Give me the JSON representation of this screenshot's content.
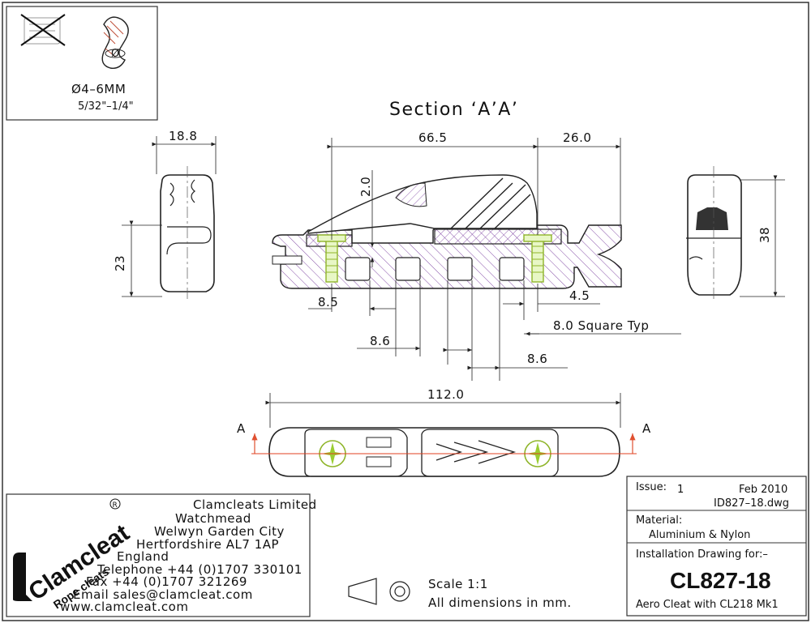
{
  "rope_spec": {
    "diameter_mm": "Ø4–6MM",
    "diameter_in": "5/32\"–1/4\"",
    "symbol_dia": "Ø"
  },
  "section_title": "Section ‘A’A’",
  "dimensions": {
    "d_18_8": "18.8",
    "d_66_5": "66.5",
    "d_26_0": "26.0",
    "d_2_0": "2.0",
    "d_23": "23",
    "d_38": "38",
    "d_8_5": "8.5",
    "d_4_5": "4.5",
    "d_8_6_left": "8.6",
    "d_8_6_right": "8.6",
    "square_note": "8.0 Square Typ",
    "d_112_0": "112.0",
    "section_mark_left": "A",
    "section_mark_right": "A"
  },
  "company": {
    "name": "Clamcleats Limited",
    "line1": "Watchmead",
    "line2": "Welwyn Garden City",
    "line3": "Hertfordshire AL7 1AP",
    "line4": "England",
    "telephone": "Telephone +44 (0)1707 330101",
    "fax": "Fax +44 (0)1707 321269",
    "email": "Email sales@clamcleat.com",
    "web": "www.clamcleat.com"
  },
  "logo": {
    "brand": "Clamcleat",
    "sub": "Rope cleats",
    "reg": "R"
  },
  "scale": "Scale 1:1",
  "units_note": "All dimensions in mm.",
  "title_block": {
    "issue_label": "Issue:",
    "issue_value": "1",
    "date": "Feb 2010",
    "file": "ID827–18.dwg",
    "material_label": "Material:",
    "material_value": "Aluminium & Nylon",
    "install_label": "Installation Drawing for:–",
    "part_number": "CL827-18",
    "description": "Aero Cleat with CL218 Mk1"
  },
  "colors": {
    "hatch": "#7b3fa0",
    "screw": "#9acd32",
    "section_line": "#e04020",
    "arrow": "#e05030"
  }
}
